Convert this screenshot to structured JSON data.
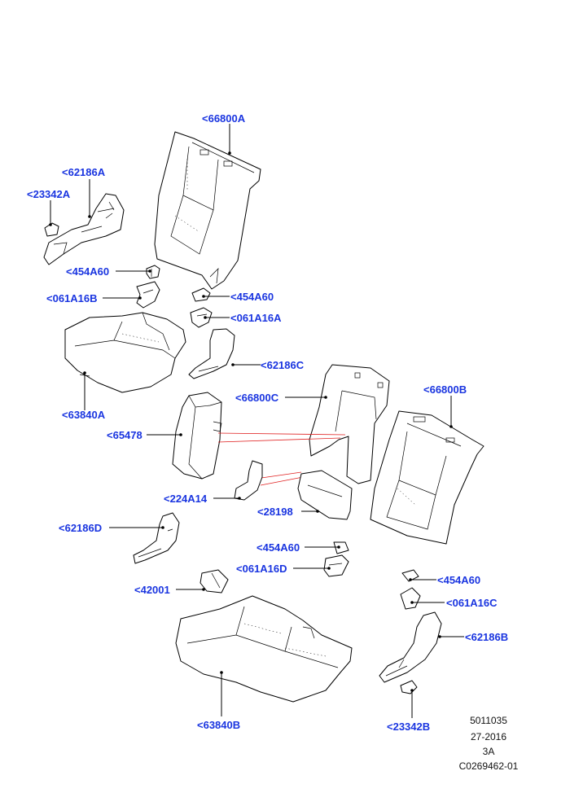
{
  "labels": {
    "p66800A": "<66800A",
    "p62186A": "<62186A",
    "p23342A": "<23342A",
    "p454A60_1": "<454A60",
    "p454A60_2": "<454A60",
    "p061A16B": "<061A16B",
    "p061A16A": "<061A16A",
    "p62186C": "<62186C",
    "p63840A": "<63840A",
    "p66800C": "<66800C",
    "p66800B": "<66800B",
    "p65478": "<65478",
    "p224A14": "<224A14",
    "p28198": "<28198",
    "p62186D": "<62186D",
    "p454A60_3": "<454A60",
    "p061A16D": "<061A16D",
    "p42001": "<42001",
    "p454A60_4": "<454A60",
    "p061A16C": "<061A16C",
    "p62186B": "<62186B",
    "p63840B": "<63840B",
    "p23342B": "<23342B"
  },
  "reference": {
    "line1": "5011035",
    "line2": "27-2016",
    "line3": "3A",
    "line4": "C0269462-01"
  }
}
